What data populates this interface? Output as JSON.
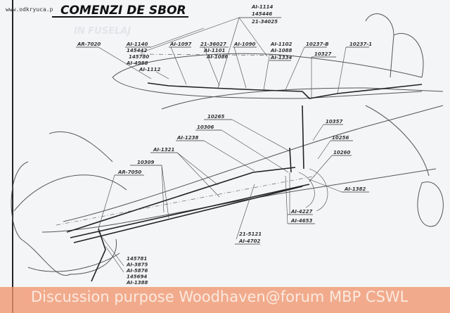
{
  "watermark_site": "www.odkryuca.p",
  "title": "COMENZI DE SBOR",
  "ghost_subtitle": "IN FUSELAJ",
  "banner_text": "Discussion purpose Woodhaven@forum MBP CSWL",
  "labels": {
    "ar7020": "AR-7020",
    "g1": [
      "AI-1140",
      "145442",
      "145780",
      "AI-4988",
      "AI-1112"
    ],
    "ai1097": "AI-1097",
    "g2": [
      "21-36027",
      "AI-1101",
      "AI-1086"
    ],
    "g3": [
      "AI-1114",
      "145446",
      "21-34025"
    ],
    "ai1090": "AI-1090",
    "g4": [
      "AI-1102",
      "AI-1088",
      "AI-1334"
    ],
    "p10237b": "10237-B",
    "p10327": "10327",
    "p10237_1": "10237-1",
    "p10265": "10265",
    "p10306": "10306",
    "ai1238": "AI-1238",
    "ai1321": "AI-1321",
    "p10309": "10309",
    "ar7050": "AR-7050",
    "p10357": "10357",
    "p10256": "10256",
    "p10260": "10260",
    "ai1382": "AI-1382",
    "g5": [
      "AI-4227",
      "AI-4653"
    ],
    "g6": [
      "21-5121",
      "AI-4702"
    ],
    "g7": [
      "145781",
      "AI-3875",
      "AI-5876",
      "145694",
      "AI-1388"
    ]
  }
}
